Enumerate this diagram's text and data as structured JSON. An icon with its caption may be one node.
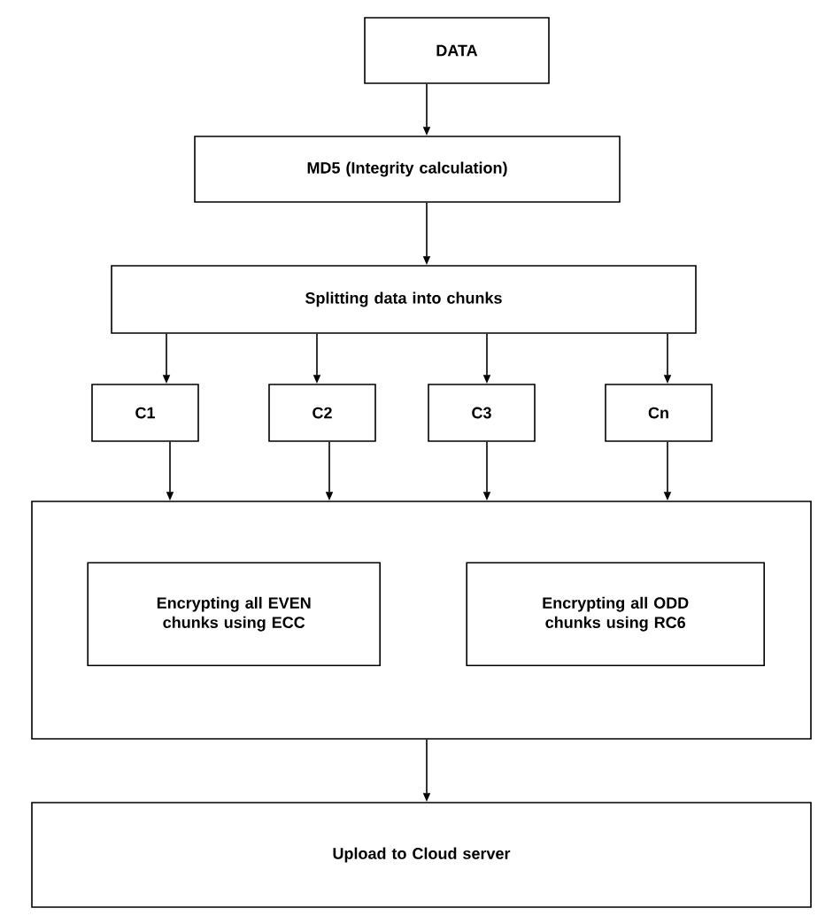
{
  "diagram": {
    "nodes": [
      {
        "text": [
          "DATA"
        ]
      },
      {
        "text": [
          "MD5 (Integrity calculation)"
        ]
      },
      {
        "text": [
          "Splitting data into chunks"
        ]
      },
      {
        "text": [
          "C1"
        ]
      },
      {
        "text": [
          "C2"
        ]
      },
      {
        "text": [
          "C3"
        ]
      },
      {
        "text": [
          "Cn"
        ]
      },
      {
        "text": [],
        "shape": "box"
      },
      {
        "text": [
          "Encrypting all EVEN chunks using ECC"
        ],
        "in": 7
      },
      {
        "text": [
          "Encrypting all ODD chunks using RC6"
        ],
        "in": 7
      },
      {
        "text": [
          "Upload to Cloud server"
        ]
      }
    ],
    "edges": [
      {
        "from": 0,
        "to": 1,
        "arrow": "to"
      },
      {
        "from": 1,
        "to": 2,
        "arrow": "to"
      },
      {
        "from": 2,
        "to": 3,
        "arrow": "to"
      },
      {
        "from": 2,
        "to": 4,
        "arrow": "to"
      },
      {
        "from": 2,
        "to": 5,
        "arrow": "to"
      },
      {
        "from": 2,
        "to": 6,
        "arrow": "to"
      },
      {
        "from": 3,
        "to": 7,
        "arrow": "to"
      },
      {
        "from": 4,
        "to": 7,
        "arrow": "to"
      },
      {
        "from": 5,
        "to": 7,
        "arrow": "to"
      },
      {
        "from": 6,
        "to": 7,
        "arrow": "to"
      },
      {
        "from": 7,
        "to": 10,
        "arrow": "to"
      }
    ]
  }
}
